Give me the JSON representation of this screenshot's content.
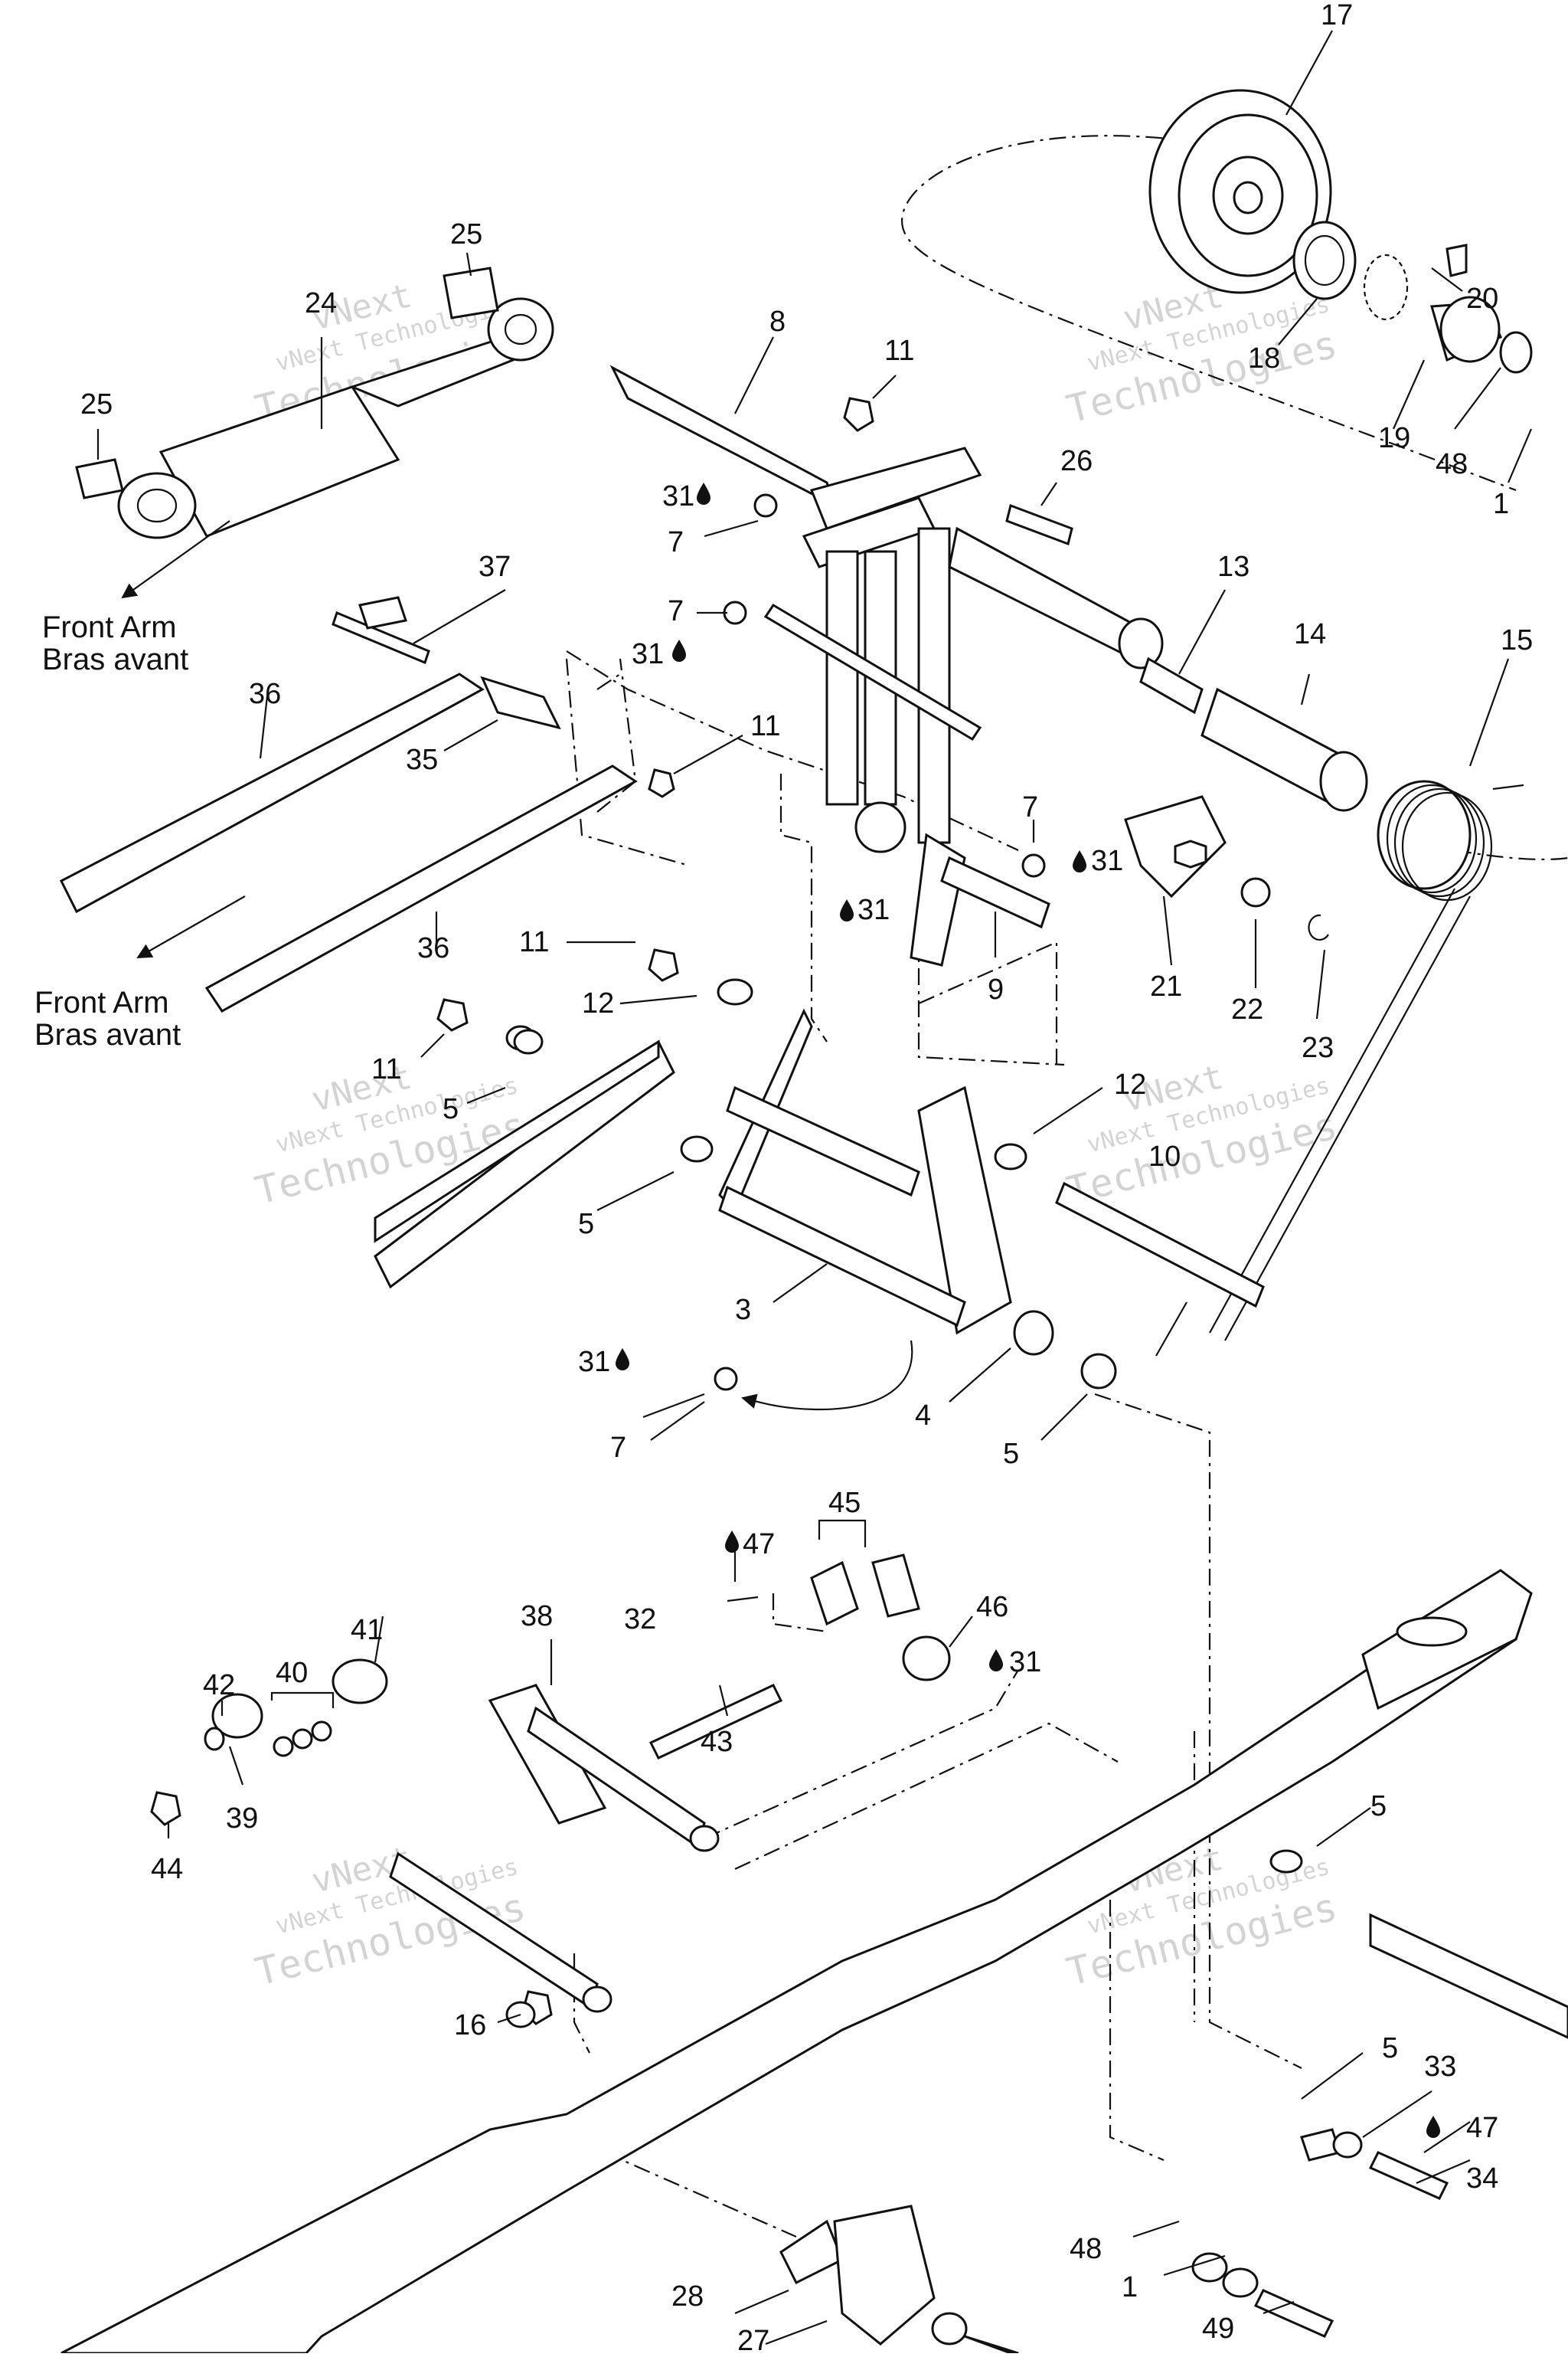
{
  "diagram": {
    "captions": [
      {
        "line1": "Front Arm",
        "line2": "Bras avant"
      },
      {
        "line1": "Front Arm",
        "line2": "Bras avant"
      }
    ],
    "watermark": {
      "line1": "vNext",
      "line2": "vNext Technologies",
      "line3": "Technologies"
    },
    "callouts": {
      "c17": "17",
      "c20": "20",
      "c18": "18",
      "c19": "19",
      "c48a": "48",
      "c1a": "1",
      "c25a": "25",
      "c24": "24",
      "c25b": "25",
      "c8": "8",
      "c11a": "11",
      "c26": "26",
      "c31a": "31",
      "c7a": "7",
      "c7b": "7",
      "c31b": "31",
      "c37": "37",
      "c13": "13",
      "c14": "14",
      "c15": "15",
      "c36a": "36",
      "c35": "35",
      "c11b": "11",
      "c36b": "36",
      "c7c": "7",
      "c31c": "31",
      "c31d": "31",
      "c9": "9",
      "c21": "21",
      "c22": "22",
      "c23": "23",
      "c11c": "11",
      "c12a": "12",
      "c11d": "11",
      "c5a": "5",
      "c5b": "5",
      "c12b": "12",
      "c10": "10",
      "c3": "3",
      "c31e": "31",
      "c7d": "7",
      "c4": "4",
      "c5c": "5",
      "c45": "45",
      "c47a": "47",
      "c32": "32",
      "c46": "46",
      "c31f": "31",
      "c41": "41",
      "c38": "38",
      "c42": "42",
      "c40": "40",
      "c43": "43",
      "c39": "39",
      "c44": "44",
      "c5d": "5",
      "c16": "16",
      "c5e": "5",
      "c33": "33",
      "c47b": "47",
      "c34": "34",
      "c48b": "48",
      "c1b": "1",
      "c28": "28",
      "c49": "49",
      "c27": "27"
    }
  }
}
